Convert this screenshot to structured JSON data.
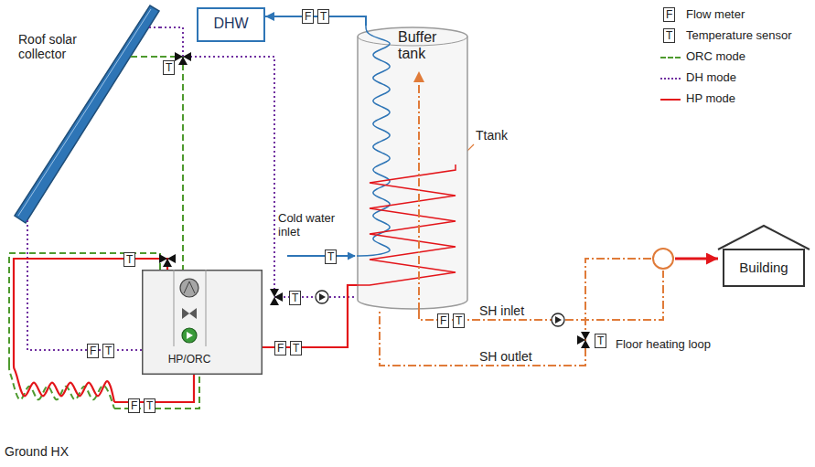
{
  "diagram": {
    "nodes": [
      {
        "text": [
          "Roof solar collector"
        ]
      },
      {
        "text": [
          "DHW"
        ]
      },
      {
        "text": [
          "Buffer tank"
        ]
      },
      {
        "text": [
          "HP/ORC"
        ]
      },
      {
        "text": [
          "Ground HX"
        ]
      },
      {
        "text": [
          "Floor heating loop"
        ]
      },
      {
        "text": [
          "Building"
        ]
      }
    ],
    "edges": [
      {
        "from": 0,
        "to": 3,
        "arrow": "none"
      },
      {
        "from": 0,
        "to": 2,
        "arrow": "none"
      },
      {
        "from": 3,
        "to": 0,
        "arrow": "none"
      },
      {
        "from": 3,
        "to": 4,
        "arrow": "none"
      },
      {
        "from": 3,
        "to": 4,
        "arrow": "none"
      },
      {
        "from": 4,
        "to": 3,
        "arrow": "none"
      },
      {
        "from": 4,
        "to": 3,
        "arrow": "none"
      },
      {
        "from": 3,
        "to": 2,
        "arrow": "none"
      },
      {
        "from": 2,
        "to": 1,
        "arrow": "to"
      },
      {
        "from": 2,
        "to": 5,
        "label": "SH inlet",
        "arrow": "none"
      },
      {
        "from": 5,
        "to": 2,
        "label": "SH outlet",
        "arrow": "none"
      },
      {
        "from": 5,
        "to": 6,
        "arrow": "to"
      }
    ],
    "labels": [
      "F",
      "T",
      "F",
      "T",
      "T",
      "T",
      "F",
      "T",
      "F",
      "T",
      "T",
      "T",
      "F",
      "T",
      "F",
      "T",
      "T",
      "Ttank",
      "Cold water inlet"
    ],
    "legend": [
      {
        "text": "Flow meter"
      },
      {
        "text": "Temperature sensor"
      },
      {
        "text": "ORC mode"
      },
      {
        "text": "DH mode"
      },
      {
        "text": "HP mode"
      }
    ]
  }
}
